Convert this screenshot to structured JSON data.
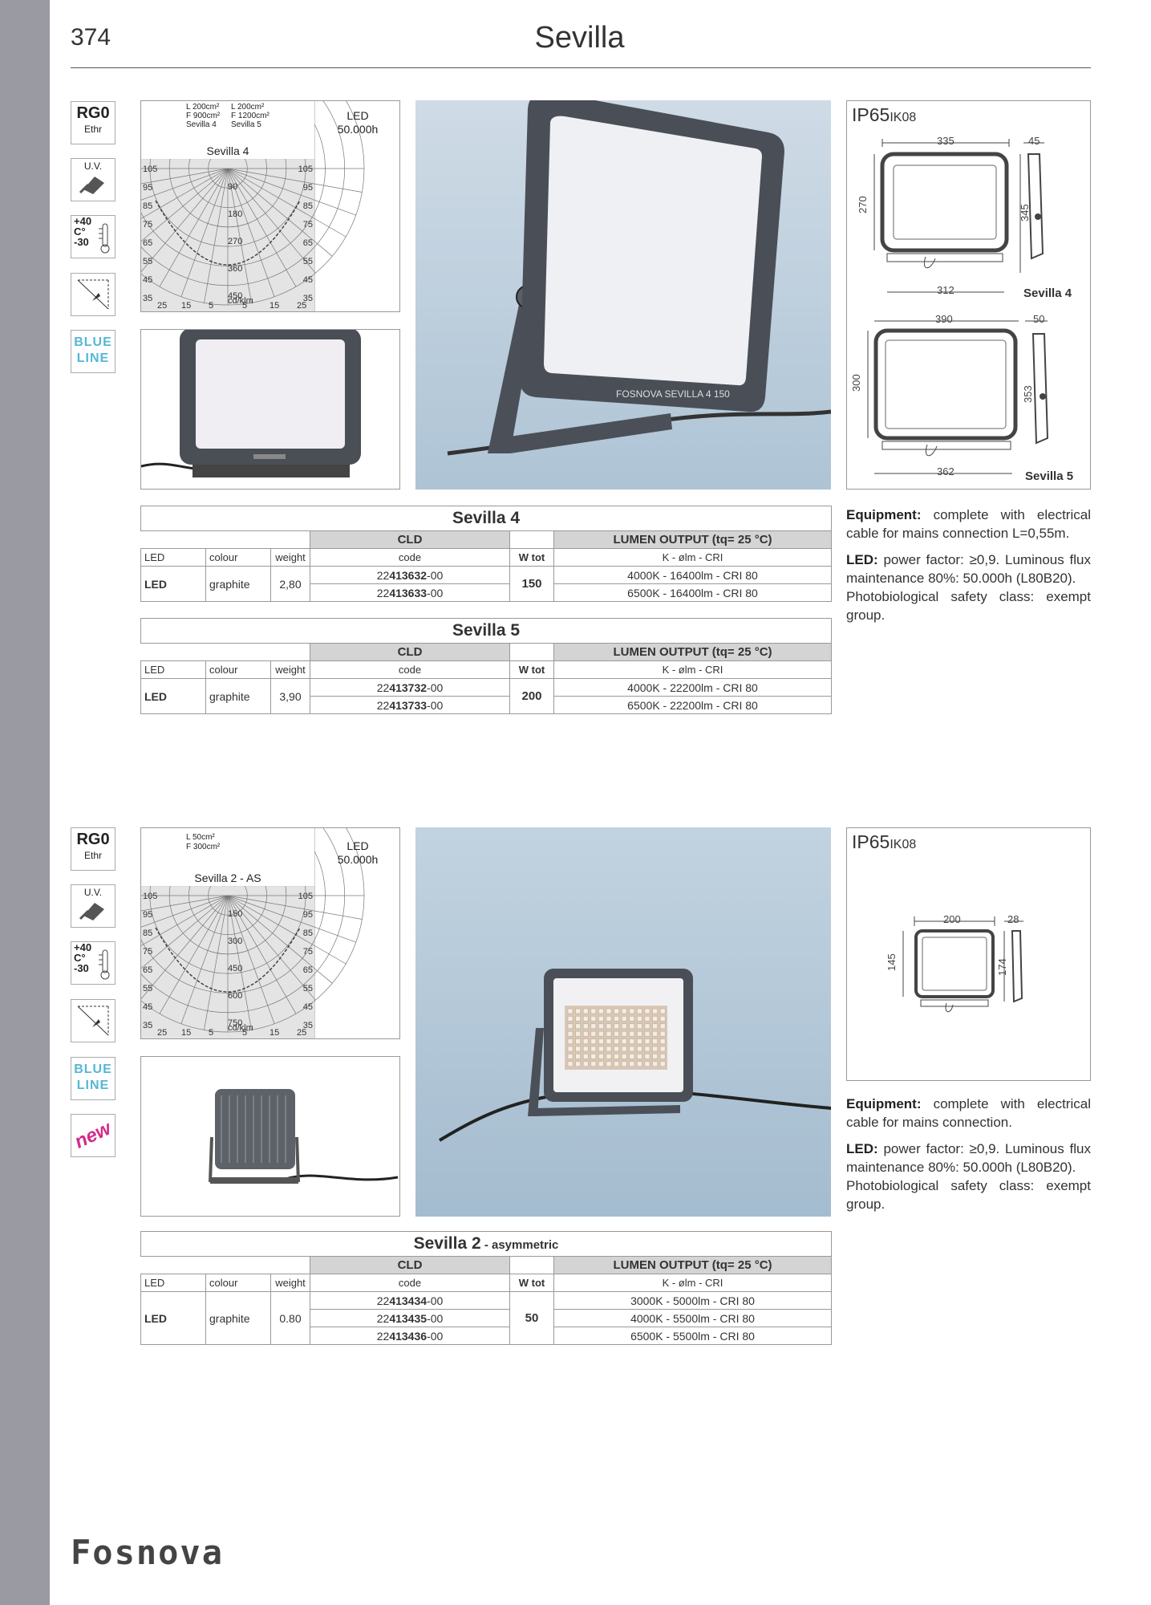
{
  "page": {
    "number": "374",
    "title": "Sevilla",
    "logo_text": "Fosnova"
  },
  "icons": {
    "rg_big": "RG0",
    "rg_small": "Ethr",
    "uv": "U.V.",
    "temp_plus": "+40",
    "temp_unit": "C°",
    "temp_minus": "-30",
    "blue_1": "BLUE",
    "blue_2": "LINE",
    "new": "new"
  },
  "section1": {
    "photometric": {
      "lines": [
        "L 200cm²",
        "F 900cm²",
        "Sevilla 4",
        "L 200cm²",
        "F 1200cm²",
        "Sevilla 5"
      ],
      "led_label": "LED",
      "led_life": "50.000h",
      "diagram_title": "Sevilla 4",
      "left_angles": [
        "105",
        "95",
        "85",
        "75",
        "65",
        "55",
        "45",
        "35"
      ],
      "right_angles": [
        "105",
        "95",
        "85",
        "75",
        "65",
        "55",
        "45",
        "35"
      ],
      "radial_values": [
        "90",
        "180",
        "270",
        "360",
        "450"
      ],
      "bottom_angles": [
        "25",
        "15",
        "5",
        "5",
        "15",
        "25"
      ],
      "unit": "cd/klm"
    },
    "ip_main": "IP65",
    "ip_sub": "IK08",
    "dims_a": {
      "w": "335",
      "h": "270",
      "d": "45",
      "h2": "345",
      "base": "312",
      "name": "Sevilla 4"
    },
    "dims_b": {
      "w": "390",
      "h": "300",
      "d": "50",
      "h2": "353",
      "base": "362",
      "name": "Sevilla 5"
    },
    "text": {
      "equip_label": "Equipment:",
      "equip_text": "complete with electrical cable for mains connection L=0,55m.",
      "led_label": "LED:",
      "led_text": "power factor: ≥0,9. Luminous flux maintenance 80%: 50.000h (L80B20).",
      "photo_text": "Photobiological safety class: exempt group."
    },
    "product_label": "FOSNOVA SEVILLA 4 150",
    "table_a": {
      "title": "Sevilla 4",
      "title_sub": "",
      "group": "CLD",
      "lumen_header": "LUMEN OUTPUT (tq= 25 °C)",
      "cols": [
        "LED",
        "colour",
        "weight",
        "code",
        "W tot",
        "K - ølm - CRI"
      ],
      "row_type": "LED",
      "colour": "graphite",
      "weight": "2,80",
      "wtot": "150",
      "codes": [
        {
          "prefix": "22",
          "bold": "413632",
          "suffix": "-00",
          "lumen": "4000K - 16400lm - CRI 80"
        },
        {
          "prefix": "22",
          "bold": "413633",
          "suffix": "-00",
          "lumen": "6500K - 16400lm - CRI 80"
        }
      ]
    },
    "table_b": {
      "title": "Sevilla 5",
      "title_sub": "",
      "group": "CLD",
      "lumen_header": "LUMEN OUTPUT (tq= 25 °C)",
      "cols": [
        "LED",
        "colour",
        "weight",
        "code",
        "W tot",
        "K - ølm - CRI"
      ],
      "row_type": "LED",
      "colour": "graphite",
      "weight": "3,90",
      "wtot": "200",
      "codes": [
        {
          "prefix": "22",
          "bold": "413732",
          "suffix": "-00",
          "lumen": "4000K - 22200lm - CRI 80"
        },
        {
          "prefix": "22",
          "bold": "413733",
          "suffix": "-00",
          "lumen": "6500K - 22200lm - CRI 80"
        }
      ]
    }
  },
  "section2": {
    "photometric": {
      "lines": [
        "L 50cm²",
        "F 300cm²"
      ],
      "led_label": "LED",
      "led_life": "50.000h",
      "diagram_title": "Sevilla 2 - AS",
      "left_angles": [
        "105",
        "95",
        "85",
        "75",
        "65",
        "55",
        "45",
        "35"
      ],
      "right_angles": [
        "105",
        "95",
        "85",
        "75",
        "65",
        "55",
        "45",
        "35"
      ],
      "radial_values": [
        "150",
        "300",
        "450",
        "600",
        "750"
      ],
      "bottom_angles": [
        "25",
        "15",
        "5",
        "5",
        "15",
        "25"
      ],
      "unit": "cd/klm"
    },
    "ip_main": "IP65",
    "ip_sub": "IK08",
    "dims": {
      "w": "200",
      "h": "145",
      "d": "28",
      "h2": "174"
    },
    "text": {
      "equip_label": "Equipment:",
      "equip_text": "complete with electrical cable for mains connection.",
      "led_label": "LED:",
      "led_text": "power factor: ≥0,9. Luminous flux maintenance 80%: 50.000h (L80B20).",
      "photo_text": "Photobiological safety class: exempt group."
    },
    "table": {
      "title": "Sevilla 2",
      "title_sub": " - asymmetric",
      "group": "CLD",
      "lumen_header": "LUMEN OUTPUT (tq= 25 °C)",
      "cols": [
        "LED",
        "colour",
        "weight",
        "code",
        "W tot",
        "K - ølm - CRI"
      ],
      "row_type": "LED",
      "colour": "graphite",
      "weight": "0.80",
      "wtot": "50",
      "codes": [
        {
          "prefix": "22",
          "bold": "413434",
          "suffix": "-00",
          "lumen": "3000K - 5000lm - CRI 80"
        },
        {
          "prefix": "22",
          "bold": "413435",
          "suffix": "-00",
          "lumen": "4000K - 5500lm - CRI 80"
        },
        {
          "prefix": "22",
          "bold": "413436",
          "suffix": "-00",
          "lumen": "6500K - 5500lm - CRI 80"
        }
      ]
    }
  }
}
